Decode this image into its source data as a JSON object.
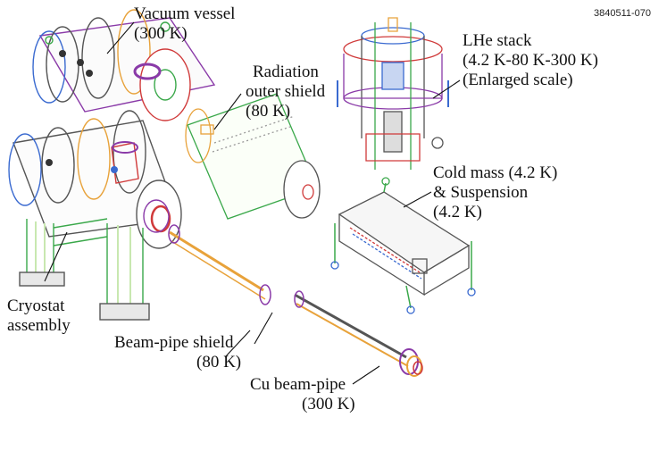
{
  "figure_id": "3840511-070",
  "labels": {
    "vacuum_vessel": [
      "Vacuum vessel",
      "(300 K)"
    ],
    "radiation_shield": [
      "Radiation",
      "outer shield",
      "(80 K)"
    ],
    "lhe_stack": [
      "LHe stack",
      "(4.2 K-80 K-300 K)",
      "(Enlarged scale)"
    ],
    "cold_mass": [
      "Cold mass (4.2 K)",
      "& Suspension",
      "(4.2 K)"
    ],
    "cryostat_assembly": [
      "Cryostat",
      "assembly"
    ],
    "beam_pipe_shield": [
      "Beam-pipe shield",
      "(80 K)"
    ],
    "cu_beam_pipe": [
      "Cu beam-pipe",
      "(300 K)"
    ]
  },
  "colors": {
    "orange": "#e8a23a",
    "purple": "#8a3aa8",
    "green": "#3aa84a",
    "blue": "#3a6ad0",
    "red": "#d03a3a",
    "gray": "#555555",
    "lightgreen": "#c8e8b0"
  }
}
